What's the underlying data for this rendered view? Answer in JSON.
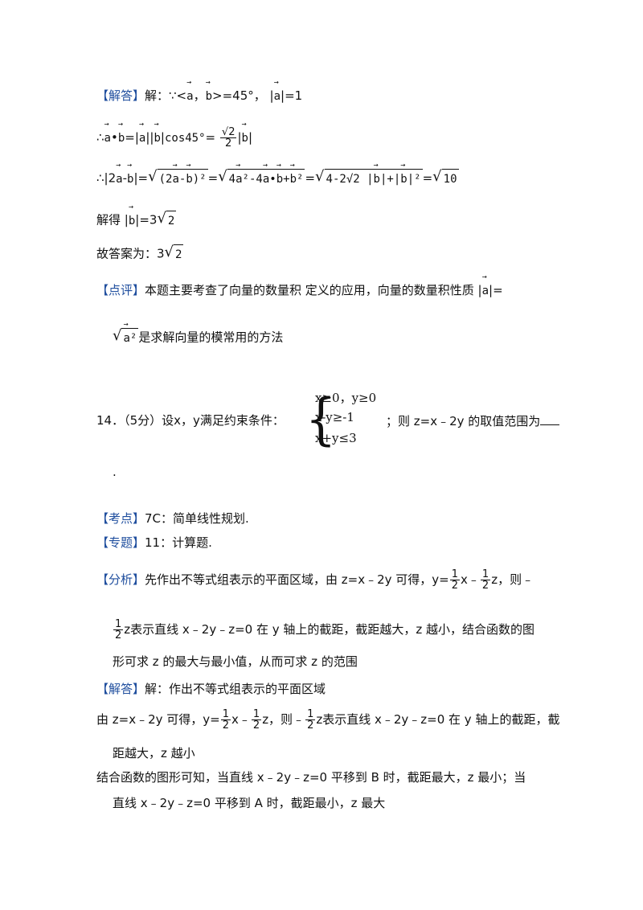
{
  "p1": {
    "tag": "【解答】",
    "head": "解：∵<",
    "a": "a",
    "comma": "，",
    "b": "b",
    "angle_end": ">=45°，",
    "abs_a_eq": "=1"
  },
  "p2": {
    "therefore": "∴",
    "dot_mid": "•",
    "eq1": "=",
    "cos": "cos45°",
    "eq2": "=",
    "frac_num": "√2",
    "frac_den": "2"
  },
  "p3": {
    "therefore": "∴",
    "lhs_coef": "|2",
    "minus": "-",
    "eq": "=",
    "inner1": "(2",
    "inner1b": "-",
    "inner1c": ")²",
    "inner2": "4",
    "inner2b": "²-4",
    "inner2c": "•",
    "inner2d": "+",
    "inner2e": "²",
    "inner3": "4-2√2 |",
    "inner3b": "|+|",
    "inner3c": "|²",
    "result": "10"
  },
  "p4": {
    "text": "解得 |",
    "tail": "|=3",
    "root": "2"
  },
  "p5": {
    "text": "故答案为：3",
    "root": "2"
  },
  "p6": {
    "tag": "【点评】",
    "text": "本题主要考查了向量的数量积 定义的应用，向量的数量积性质 |",
    "tail": "|=",
    "line2": "是求解向量的模常用的方法"
  },
  "q14": {
    "number": "14．（5分）设x，y满足约束条件：",
    "row1": "x≥0，y≥0",
    "row2": "x-y≥-1",
    "row3": "x+y≤3",
    "after": "；则 z=x﹣2y 的取值范围为",
    "period": "."
  },
  "kaodian": {
    "tag": "【考点】",
    "text": "7C：简单线性规划."
  },
  "zhuanti": {
    "tag": "【专题】",
    "text": "11：计算题."
  },
  "fenxi": {
    "tag": "【分析】",
    "line1a": "先作出不等式组表示的平面区域，由 z=x﹣2y 可得，y=",
    "line1b": "x﹣",
    "line1c": "z，则﹣",
    "line2": "z表示直线 x﹣2y﹣z=0 在 y 轴上的截距，截距越大，z 越小，结合函数的图",
    "line3": "形可求 z 的最大与最小值，从而可求 z 的范围",
    "num": "1",
    "den": "2"
  },
  "jieda": {
    "tag": "【解答】",
    "line1": "解：作出不等式组表示的平面区域",
    "line2a": "由 z=x﹣2y 可得，y=",
    "line2b": "x﹣",
    "line2c": "z，则﹣",
    "line2d": "z表示直线 x﹣2y﹣z=0 在 y 轴上的截距，截",
    "line3": "距越大，z 越小",
    "line4": "结合函数的图形可知，当直线 x﹣2y﹣z=0 平移到 B 时，截距最大，z 最小；当",
    "line5": "直线 x﹣2y﹣z=0 平移到 A 时，截距最小，z 最大",
    "num": "1",
    "den": "2"
  }
}
